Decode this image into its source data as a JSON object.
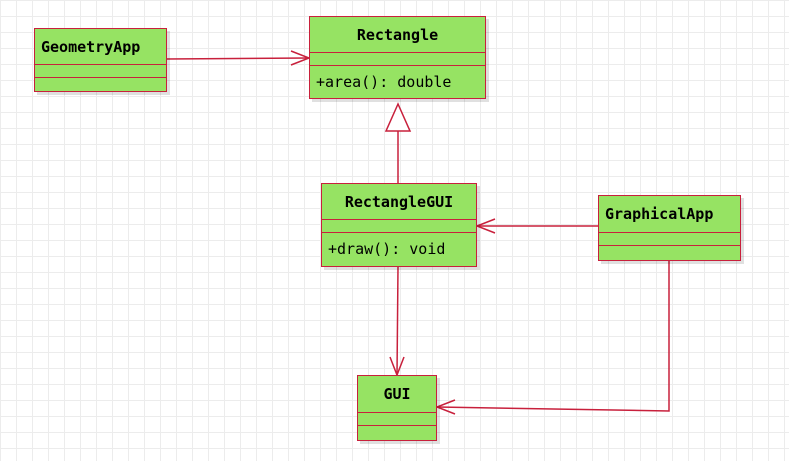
{
  "diagram": {
    "colors": {
      "fill": "#96e363",
      "stroke": "#c8203c",
      "grid": "#ececec"
    },
    "classes": {
      "geometry_app": {
        "name": "GeometryApp"
      },
      "rectangle": {
        "name": "Rectangle",
        "method": "+area(): double"
      },
      "rectangle_gui": {
        "name": "RectangleGUI",
        "method": "+draw(): void"
      },
      "graphical_app": {
        "name": "GraphicalApp"
      },
      "gui": {
        "name": "GUI"
      }
    },
    "relations": [
      {
        "from": "GeometryApp",
        "to": "Rectangle",
        "kind": "association"
      },
      {
        "from": "RectangleGUI",
        "to": "Rectangle",
        "kind": "generalization"
      },
      {
        "from": "GraphicalApp",
        "to": "RectangleGUI",
        "kind": "association"
      },
      {
        "from": "RectangleGUI",
        "to": "GUI",
        "kind": "association"
      },
      {
        "from": "GraphicalApp",
        "to": "GUI",
        "kind": "association"
      }
    ]
  }
}
